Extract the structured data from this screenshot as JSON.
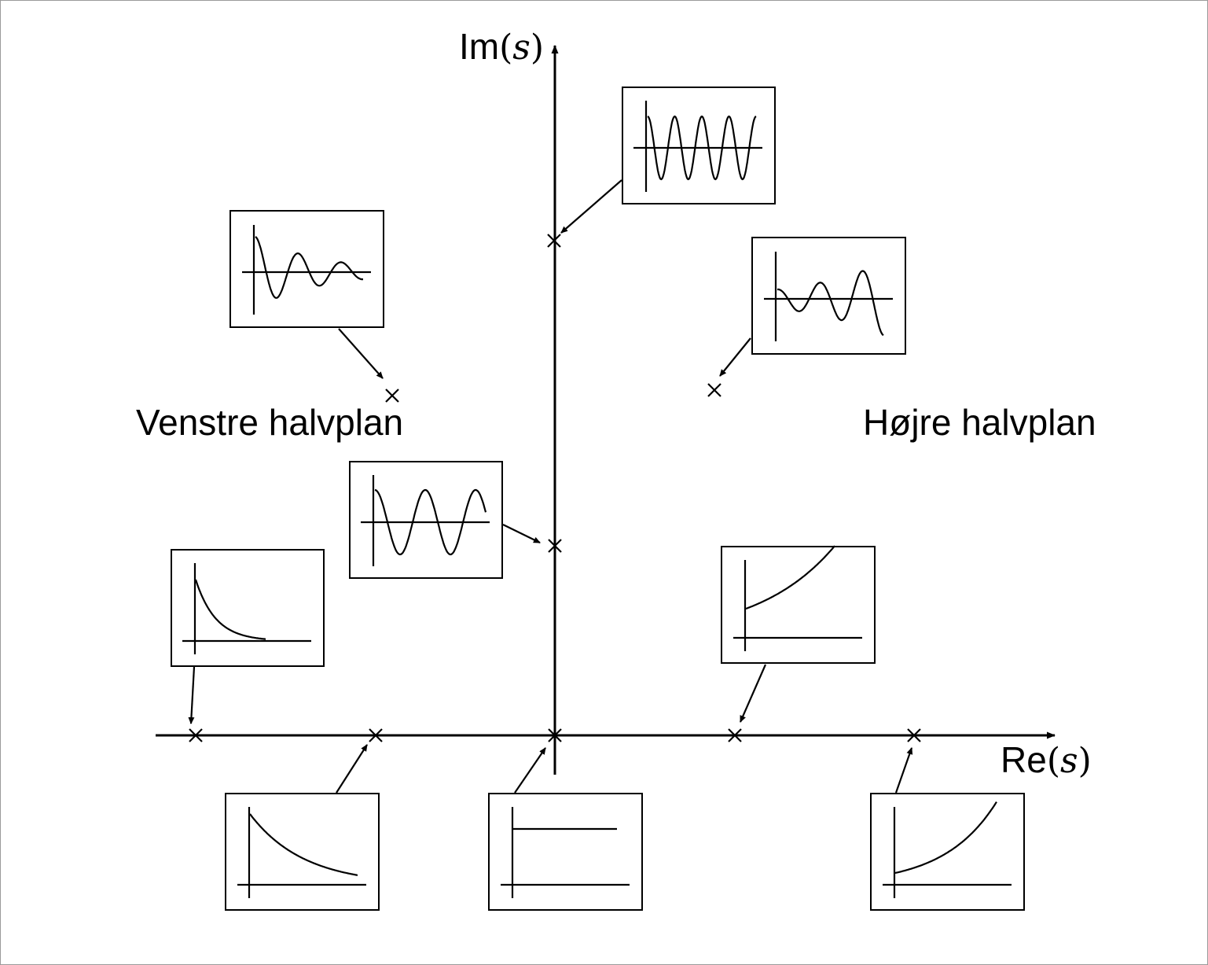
{
  "axes": {
    "imaginary_label": {
      "prefix": "Im",
      "var": "s"
    },
    "real_label": {
      "prefix": "Re",
      "var": "s"
    }
  },
  "regions": {
    "left": "Venstre halvplan",
    "right": "Højre halvplan"
  },
  "poles": [
    {
      "id": "pole-upper-imag-axis",
      "response": "sustained-oscillation-fast"
    },
    {
      "id": "pole-upper-left",
      "response": "damped-oscillation"
    },
    {
      "id": "pole-upper-right",
      "response": "growing-oscillation"
    },
    {
      "id": "pole-lower-imag-axis",
      "response": "sustained-oscillation-slow"
    },
    {
      "id": "pole-real-far-left",
      "response": "fast-decay"
    },
    {
      "id": "pole-real-left",
      "response": "slow-decay"
    },
    {
      "id": "pole-origin",
      "response": "constant"
    },
    {
      "id": "pole-real-right",
      "response": "slow-growth"
    },
    {
      "id": "pole-real-far-right",
      "response": "fast-growth"
    }
  ]
}
